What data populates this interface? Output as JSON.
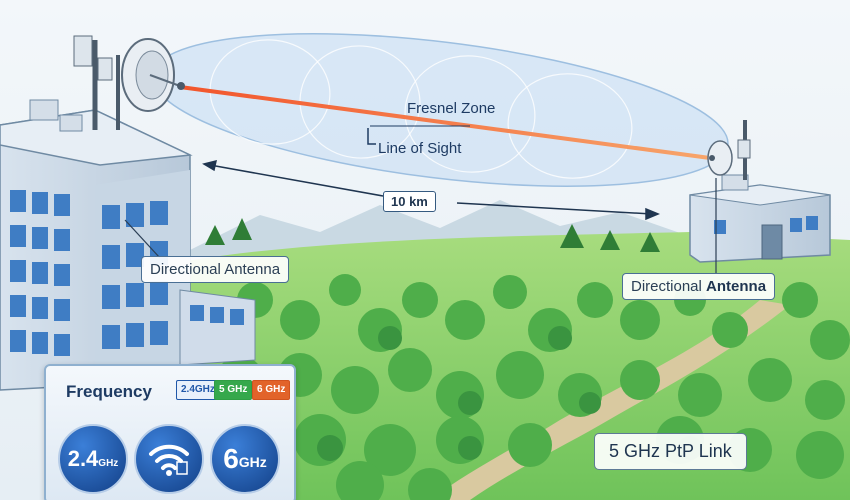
{
  "labels": {
    "fresnel_zone": "Fresnel Zone",
    "line_of_sight": "Line of Sight",
    "distance": "10 km",
    "left_antenna": "Directional Antenna",
    "right_antenna_prefix": "Directional",
    "right_antenna_strong": "Antenna",
    "ptp_link": "5 GHz PtP Link"
  },
  "frequency_panel": {
    "title": "Frequency",
    "bands": [
      "2.4GHz",
      "5 GHz",
      "6 GHz"
    ],
    "circle_24_big": "2.4",
    "circle_24_small": "GHz",
    "circle_6_big": "6",
    "circle_6_small": "GHz"
  },
  "colors": {
    "beam": "#f2552c",
    "sky": "#eef4f8",
    "grass": "#8ed16b",
    "band_24": "#2057a8",
    "band_5": "#35a84c",
    "band_6": "#e2632a"
  },
  "icons": [
    "wifi-icon",
    "dish-antenna-icon"
  ]
}
